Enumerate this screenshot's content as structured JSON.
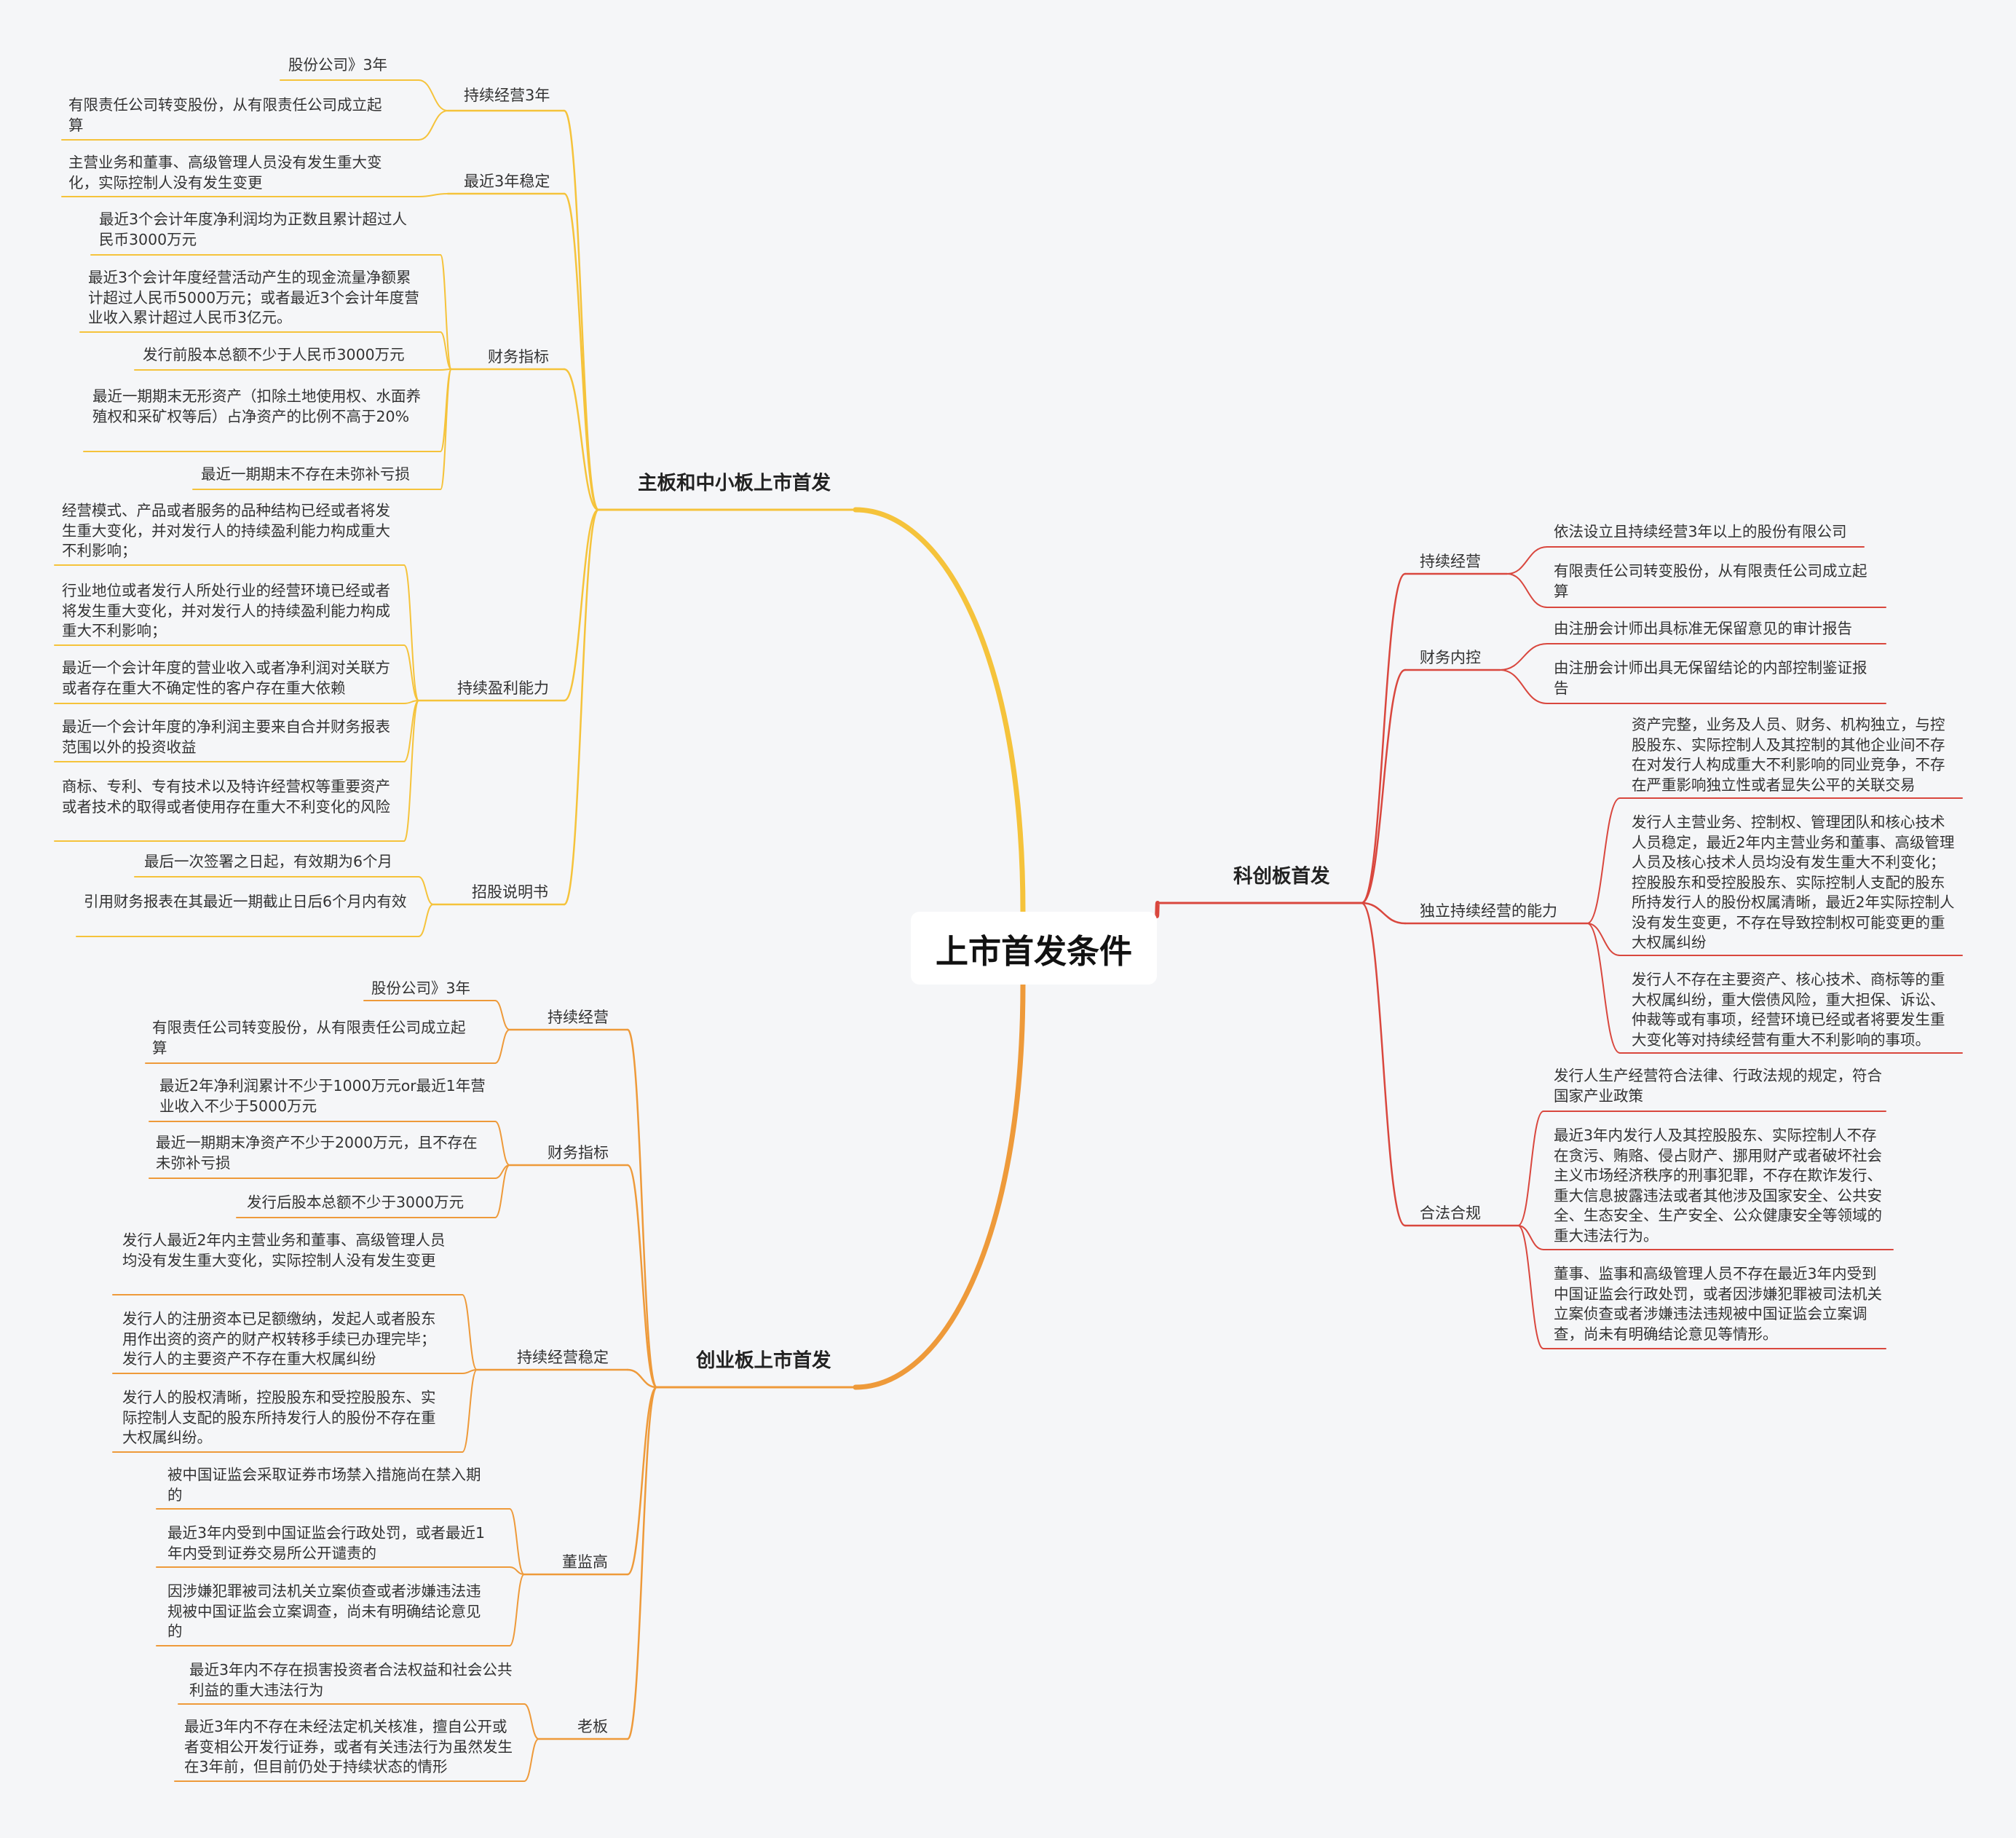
{
  "title": "上市首发条件",
  "colors": {
    "main": "#f5c33b",
    "chuangye": "#ee9a3a",
    "kechuang": "#d9473e",
    "text": "#333333",
    "background": "#f5f6f8"
  },
  "branches": [
    {
      "label": "主板和中小板上市首发",
      "color": "#f5c33b",
      "children": [
        {
          "label": "持续经营3年",
          "items": [
            "股份公司》3年",
            "有限责任公司转变股份，从有限责任公司成立起算"
          ]
        },
        {
          "label": "最近3年稳定",
          "items": [
            "主营业务和董事、高级管理人员没有发生重大变化，实际控制人没有发生变更"
          ]
        },
        {
          "label": "财务指标",
          "items": [
            "最近3个会计年度净利润均为正数且累计超过人民币3000万元",
            "最近3个会计年度经营活动产生的现金流量净额累计超过人民币5000万元；或者最近3个会计年度营业收入累计超过人民币3亿元。",
            "发行前股本总额不少于人民币3000万元",
            "最近一期期末无形资产（扣除土地使用权、水面养殖权和采矿权等后）占净资产的比例不高于20%",
            "最近一期期末不存在未弥补亏损"
          ]
        },
        {
          "label": "持续盈利能力",
          "items": [
            "经营模式、产品或者服务的品种结构已经或者将发生重大变化，并对发行人的持续盈利能力构成重大不利影响；",
            "行业地位或者发行人所处行业的经营环境已经或者将发生重大变化，并对发行人的持续盈利能力构成重大不利影响；",
            "最近一个会计年度的营业收入或者净利润对关联方或者存在重大不确定性的客户存在重大依赖",
            "最近一个会计年度的净利润主要来自合并财务报表范围以外的投资收益",
            "商标、专利、专有技术以及特许经营权等重要资产或者技术的取得或者使用存在重大不利变化的风险"
          ]
        },
        {
          "label": "招股说明书",
          "items": [
            "最后一次签署之日起，有效期为6个月",
            "引用财务报表在其最近一期截止日后6个月内有效"
          ]
        }
      ]
    },
    {
      "label": "创业板上市首发",
      "color": "#ee9a3a",
      "children": [
        {
          "label": "持续经营",
          "items": [
            "股份公司》3年",
            "有限责任公司转变股份，从有限责任公司成立起算"
          ]
        },
        {
          "label": "财务指标",
          "items": [
            "最近2年净利润累计不少于1000万元or最近1年营业收入不少于5000万元",
            "最近一期期末净资产不少于2000万元，且不存在未弥补亏损",
            "发行后股本总额不少于3000万元"
          ]
        },
        {
          "label": "持续经营稳定",
          "items": [
            "发行人最近2年内主营业务和董事、高级管理人员均没有发生重大变化，实际控制人没有发生变更",
            "发行人的注册资本已足额缴纳，发起人或者股东用作出资的资产的财产权转移手续已办理完毕；发行人的主要资产不存在重大权属纠纷",
            "发行人的股权清晰，控股股东和受控股股东、实际控制人支配的股东所持发行人的股份不存在重大权属纠纷。"
          ]
        },
        {
          "label": "董监高",
          "items": [
            "被中国证监会采取证券市场禁入措施尚在禁入期的",
            "最近3年内受到中国证监会行政处罚，或者最近1年内受到证券交易所公开谴责的",
            "因涉嫌犯罪被司法机关立案侦查或者涉嫌违法违规被中国证监会立案调查，尚未有明确结论意见的"
          ]
        },
        {
          "label": "老板",
          "items": [
            "最近3年内不存在损害投资者合法权益和社会公共利益的重大违法行为",
            "最近3年内不存在未经法定机关核准，擅自公开或者变相公开发行证券，或者有关违法行为虽然发生在3年前，但目前仍处于持续状态的情形"
          ]
        }
      ]
    },
    {
      "label": "科创板首发",
      "color": "#d9473e",
      "children": [
        {
          "label": "持续经营",
          "items": [
            "依法设立且持续经营3年以上的股份有限公司",
            "有限责任公司转变股份，从有限责任公司成立起算"
          ]
        },
        {
          "label": "财务内控",
          "items": [
            "由注册会计师出具标准无保留意见的审计报告",
            "由注册会计师出具无保留结论的内部控制鉴证报告"
          ]
        },
        {
          "label": "独立持续经营的能力",
          "items": [
            "资产完整，业务及人员、财务、机构独立，与控股股东、实际控制人及其控制的其他企业间不存在对发行人构成重大不利影响的同业竞争，不存在严重影响独立性或者显失公平的关联交易",
            "发行人主营业务、控制权、管理团队和核心技术人员稳定，最近2年内主营业务和董事、高级管理人员及核心技术人员均没有发生重大不利变化；控股股东和受控股股东、实际控制人支配的股东所持发行人的股份权属清晰，最近2年实际控制人没有发生变更，不存在导致控制权可能变更的重大权属纠纷",
            "发行人不存在主要资产、核心技术、商标等的重大权属纠纷，重大偿债风险，重大担保、诉讼、仲裁等或有事项，经营环境已经或者将要发生重大变化等对持续经营有重大不利影响的事项。"
          ]
        },
        {
          "label": "合法合规",
          "items": [
            "发行人生产经营符合法律、行政法规的规定，符合国家产业政策",
            "最近3年内发行人及其控股股东、实际控制人不存在贪污、贿赂、侵占财产、挪用财产或者破坏社会主义市场经济秩序的刑事犯罪，不存在欺诈发行、重大信息披露违法或者其他涉及国家安全、公共安全、生态安全、生产安全、公众健康安全等领域的重大违法行为。",
            "董事、监事和高级管理人员不存在最近3年内受到中国证监会行政处罚，或者因涉嫌犯罪被司法机关立案侦查或者涉嫌违法违规被中国证监会立案调查，尚未有明确结论意见等情形。"
          ]
        }
      ]
    }
  ]
}
